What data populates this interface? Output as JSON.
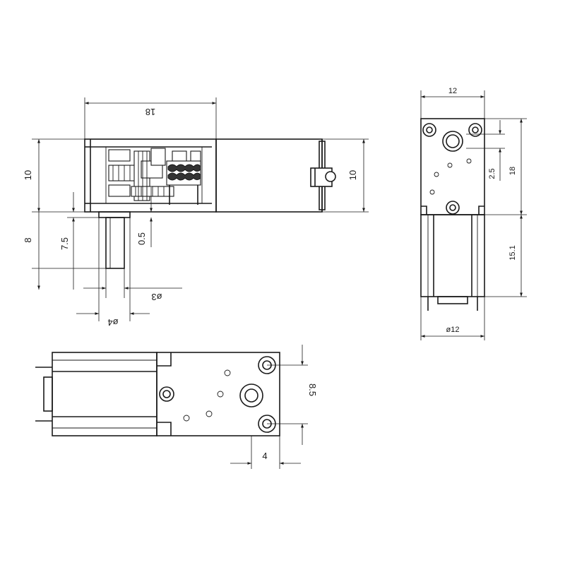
{
  "views": {
    "side": {
      "dims": {
        "top_length": "18",
        "left_height": "10",
        "right_height": "10",
        "shaft_total": "8",
        "shaft_length": "7.5",
        "offset": "0.5",
        "shaft_diameter": "ø3",
        "flange_diameter": "ø4"
      }
    },
    "end": {
      "dims": {
        "width": "12",
        "shaft_offset": "2.5",
        "gear_height": "18",
        "motor_height": "15.1",
        "motor_diameter": "ø12"
      }
    },
    "top": {
      "dims": {
        "hole_spacing": "8.5",
        "hole_edge": "4"
      }
    }
  }
}
